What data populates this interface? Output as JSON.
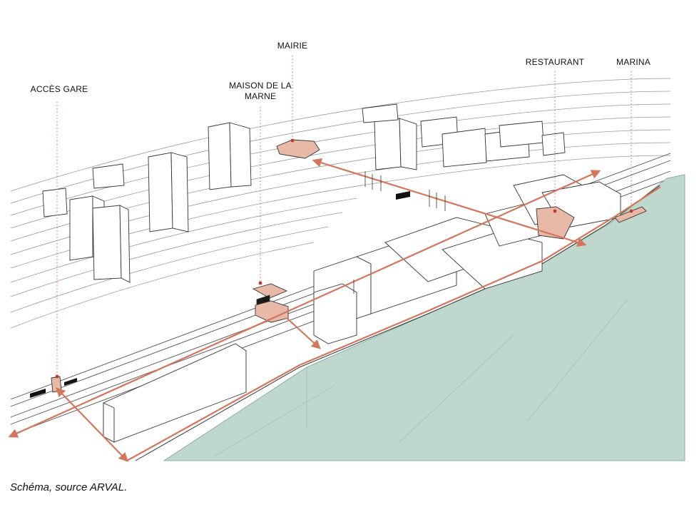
{
  "diagram": {
    "labels": {
      "acces_gare": "ACCÈS GARE",
      "maison_line1": "MAISON DE LA",
      "maison_line2": "MARNE",
      "mairie": "MAIRIE",
      "restaurant": "RESTAURANT",
      "marina": "MARINA"
    },
    "colors": {
      "accent": "#d4765a",
      "building_fill": "#e8b9a6",
      "water": "#bfd8cd",
      "line": "#333333",
      "contour": "#9a9a9a"
    }
  },
  "caption": "Schéma, source ARVAL."
}
